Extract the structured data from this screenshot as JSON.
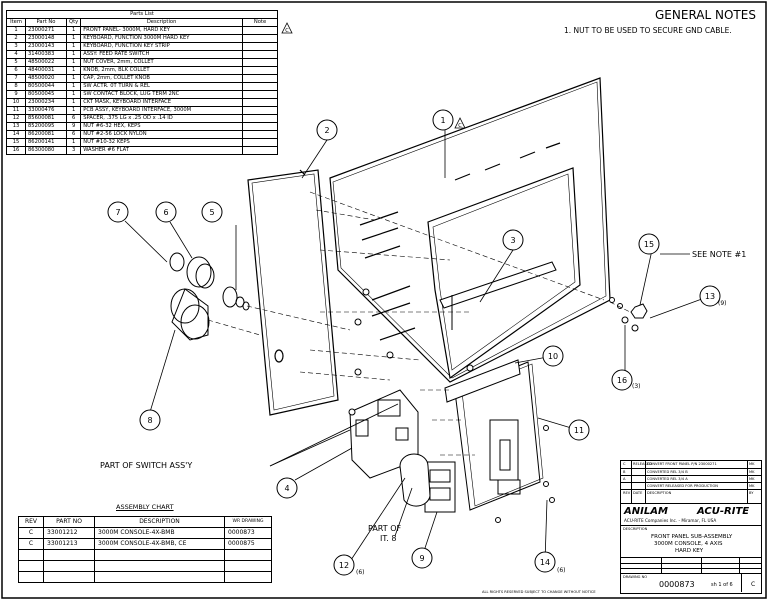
{
  "parts_list": {
    "title": "Parts List",
    "headers": [
      "Item",
      "Part No",
      "Qty",
      "Description",
      "Note"
    ],
    "rows": [
      [
        "1",
        "23000271",
        "1",
        "FRONT PANEL- 3000M, HARD KEY",
        ""
      ],
      [
        "2",
        "23000148",
        "1",
        "KEYBOARD, FUNCTION 3000M HARD KEY",
        ""
      ],
      [
        "3",
        "23000143",
        "1",
        "KEYBOARD, FUNCTION KEY STRIP",
        ""
      ],
      [
        "4",
        "31400383",
        "1",
        "ASSY: FEED RATE SWITCH",
        ""
      ],
      [
        "5",
        "48500022",
        "1",
        "NUT COVER, 2mm, COLLET",
        ""
      ],
      [
        "6",
        "48400031",
        "1",
        "KNOB, 2mm, BLK COLLET",
        ""
      ],
      [
        "7",
        "48500020",
        "1",
        "CAP, 2mm, COLLET KNOB",
        ""
      ],
      [
        "8",
        "80500044",
        "1",
        "SW ACTR. 0T TURN & REL",
        ""
      ],
      [
        "9",
        "80500045",
        "1",
        "SW CONTACT BLOCK, LUG TERM 2NC",
        ""
      ],
      [
        "10",
        "23000234",
        "1",
        "CKT MASK, KEYBOARD INTERFACE",
        ""
      ],
      [
        "11",
        "33000476",
        "1",
        "PCB ASSY, KEYBOARD INTERFACE, 3000M",
        ""
      ],
      [
        "12",
        "85600081",
        "6",
        "SPACER, .375 LG x .25 OD x .14 ID",
        ""
      ],
      [
        "13",
        "85200095",
        "9",
        "NUT #6-32 HEX, KEPS",
        ""
      ],
      [
        "14",
        "86200081",
        "6",
        "NUT #2-56 LOCK NYLON",
        ""
      ],
      [
        "15",
        "86200141",
        "1",
        "NUT #10-32 KEPS",
        ""
      ],
      [
        "16",
        "86300080",
        "3",
        "WASHER #6 FLAT",
        ""
      ]
    ]
  },
  "general_notes": {
    "title": "GENERAL NOTES",
    "note_1": "1. NUT TO BE USED TO SECURE GND CABLE."
  },
  "callouts": {
    "see_note": "SEE NOTE #1",
    "part_of_switch": "PART OF SWITCH ASS'Y",
    "part_of_it8_line1": "PART OF",
    "part_of_it8_line2": "IT. 8",
    "qty_13": "(9)",
    "qty_16": "(3)",
    "qty_12": "(6)",
    "qty_14": "(6)",
    "balloons": [
      "1",
      "2",
      "3",
      "4",
      "5",
      "6",
      "7",
      "8",
      "9",
      "10",
      "11",
      "12",
      "13",
      "14",
      "15",
      "16"
    ],
    "rev_flag": "C"
  },
  "assembly_chart": {
    "title": "ASSEMBLY CHART",
    "headers": [
      "REV",
      "PART NO",
      "DESCRIPTION",
      "WR DRAWING"
    ],
    "rows": [
      [
        "C",
        "33001212",
        "3000M CONSOLE-4X-BMB",
        "0000873"
      ],
      [
        "C",
        "33001213",
        "3000M CONSOLE-4X-BMB, CE",
        "0000875"
      ],
      [
        "",
        "",
        "",
        ""
      ],
      [
        "",
        "",
        "",
        ""
      ],
      [
        "",
        "",
        "",
        ""
      ]
    ]
  },
  "title_block": {
    "revisions": [
      [
        "C",
        "RELEASED",
        "CONVERT FRONT PANEL P/N 23000271",
        "MK"
      ],
      [
        "B",
        "",
        "CONVERTED REL 3/4 B",
        "MK"
      ],
      [
        "A",
        "",
        "CONVERTED REL 3/4 A",
        "MK"
      ],
      [
        "",
        "",
        "CONVERT RELEASED FOR PRODUCTION",
        "MK"
      ]
    ],
    "rev_header": [
      "REV",
      "DATE",
      "DESCRIPTION",
      "BY"
    ],
    "brand_left": "ANILAM",
    "brand_right": "ACU-RITE",
    "company": "ACU-RITE Companies Inc. - Miramar, FL USA",
    "description_label": "DESCRIPTION",
    "description_line1": "FRONT PANEL SUB-ASSEMBLY",
    "description_line2": "3000M CONSOLE, 4 AXIS",
    "description_line3": "HARD KEY",
    "drawing_no_label": "DRAWING NO",
    "drawing_no": "0000873",
    "sheet": "sh 1 of 6",
    "rev": "C",
    "footer": "ALL RIGHTS RESERVED SUBJECT TO CHANGE WITHOUT NOTICE"
  }
}
